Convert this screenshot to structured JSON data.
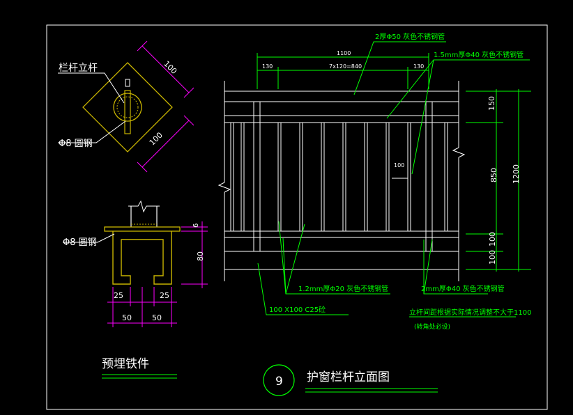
{
  "colors": {
    "background": "#000000",
    "frame": "#ffffff",
    "geometry": "#ffffff",
    "steel": "#c8b400",
    "leader": "#00ff00",
    "dimension": "#ff00ff",
    "note_text": "#00ff00",
    "label_text": "#ffffff"
  },
  "detail_plan": {
    "label_post": "栏杆立杆",
    "label_rebar": "Φ8 圆钢",
    "dim_top": "100",
    "dim_bottom": "100"
  },
  "detail_section": {
    "label_rebar": "Φ8 圆钢",
    "dim_thk": "6",
    "dim_height": "80",
    "dim_a": "25",
    "dim_b": "25",
    "dim_c": "50",
    "dim_d": "50"
  },
  "embedded_title": "预埋铁件",
  "elevation": {
    "dim_total": "1100",
    "dim_left": "130",
    "dim_mid": "7x120=840",
    "dim_right": "130",
    "dim_inner": "100",
    "dims_right": {
      "top": "150",
      "middle": "850",
      "overall": "1200",
      "lower": "100",
      "bottom": "100"
    },
    "note_top_rail": "2厚Φ50 灰色不锈钢管",
    "note_sub_rail": "1.5mm厚Φ40 灰色不锈钢管",
    "note_baluster": "1.2mm厚Φ20 灰色不锈钢管",
    "note_post": "2mm厚Φ40 灰色不锈钢管",
    "note_curb": "100 X100 C25砼",
    "note_spacing": "立杆间距根据实际情况调整不大于1100",
    "note_corner": "(转角处必设)"
  },
  "title_block": {
    "number": "9",
    "title": "护窗栏杆立面图"
  }
}
